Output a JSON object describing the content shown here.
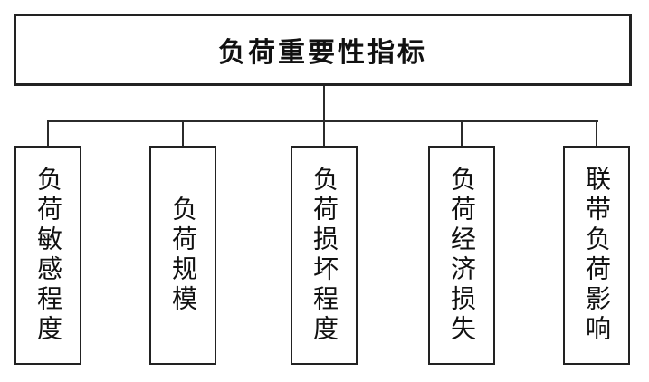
{
  "diagram": {
    "title": "负荷重要性指标",
    "root": {
      "label": "负荷重要性指标"
    },
    "children": [
      {
        "label": "负荷敏感程度"
      },
      {
        "label": "负荷规模"
      },
      {
        "label": "负荷损坏程度"
      },
      {
        "label": "负荷经济损失"
      },
      {
        "label": "联带负荷影响"
      }
    ],
    "colors": {
      "border": "#222222",
      "line": "#2b2b2b",
      "text": "#111111",
      "background": "#ffffff"
    }
  }
}
